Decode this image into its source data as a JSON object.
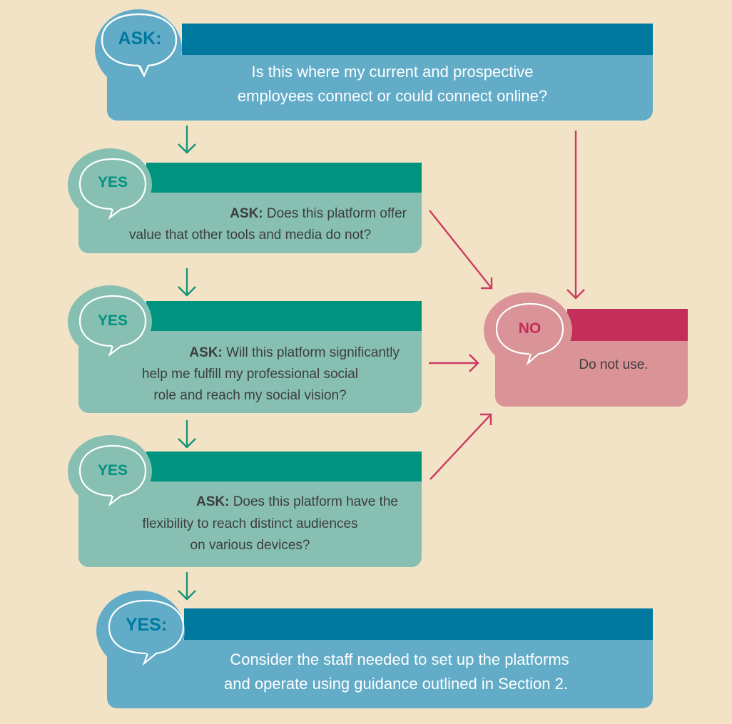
{
  "colors": {
    "background": "#f3e3c6",
    "blue_dark": "#00799f",
    "blue_light": "#62acc8",
    "teal_dark": "#009380",
    "teal_light": "#87bfb3",
    "red_dark": "#c42e5a",
    "red_light": "#da9397",
    "arrow_green": "#14957a",
    "arrow_red": "#cc3a63"
  },
  "top": {
    "badge": "ASK:",
    "question_line1": "Is this where my current and prospective",
    "question_line2": "employees connect or could connect online?"
  },
  "step1": {
    "badge": "YES",
    "ask_label": "ASK:",
    "line1": " Does this platform offer",
    "line2": "value that other tools and media do not?"
  },
  "step2": {
    "badge": "YES",
    "ask_label": "ASK:",
    "line1": " Will this platform significantly",
    "line2": "help me fulfill my professional social",
    "line3": "role and reach my social vision?"
  },
  "step3": {
    "badge": "YES",
    "ask_label": "ASK:",
    "line1": " Does this platform have the",
    "line2": "flexibility to reach distinct audiences",
    "line3": "on various devices?"
  },
  "no_box": {
    "badge": "NO",
    "text": "Do not use."
  },
  "final": {
    "badge": "YES:",
    "line1": "Consider the staff needed to set up the platforms",
    "line2": "and operate using guidance outlined in Section 2."
  }
}
